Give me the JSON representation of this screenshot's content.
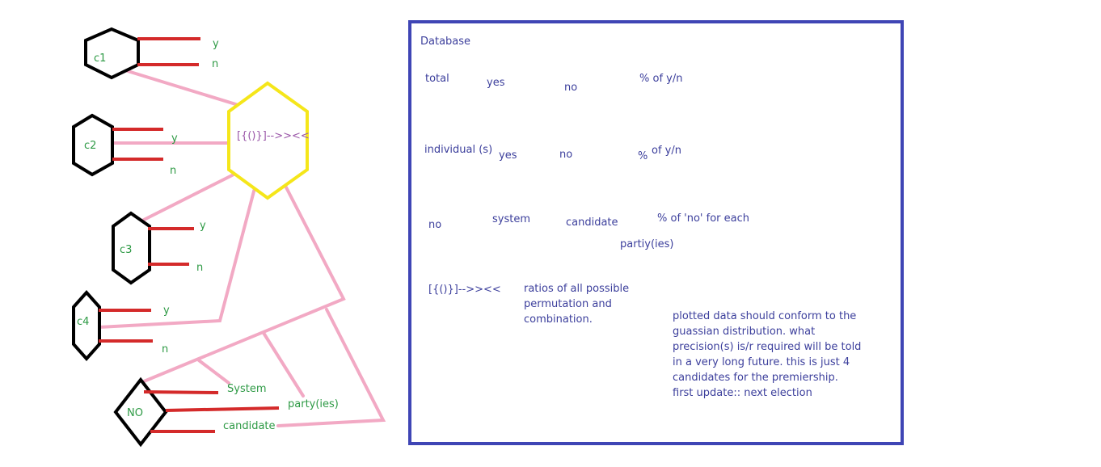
{
  "diagram": {
    "candidates": [
      {
        "id": "c1",
        "yes_label": "y",
        "no_label": "n"
      },
      {
        "id": "c2",
        "yes_label": "y",
        "no_label": "n"
      },
      {
        "id": "c3",
        "yes_label": "y",
        "no_label": "n"
      },
      {
        "id": "c4",
        "yes_label": "y",
        "no_label": "n"
      }
    ],
    "hub_label": "[{()}]-->><<",
    "no_node": {
      "label": "NO",
      "options": [
        "System",
        "party(ies)",
        "candidate"
      ]
    }
  },
  "database": {
    "title": "Database",
    "rows": {
      "total": {
        "label": "total",
        "yes": "yes",
        "no": "no",
        "pct": "% of y/n"
      },
      "individual": {
        "label": "individual (s)",
        "yes": "yes",
        "no": "no",
        "pct_symbol": "%",
        "pct_text": "of y/n"
      },
      "no_row": {
        "label": "no",
        "system": "system",
        "candidate": "candidate",
        "pct_line1": "% of 'no' for each",
        "party": "partiy(ies)"
      },
      "ratios": {
        "label": "[{()}]-->><<",
        "lines": [
          "ratios of all possible",
          "permutation and",
          "combination."
        ]
      }
    },
    "note_lines": [
      "plotted data should conform to the",
      "guassian distribution. what",
      "precision(s) is/r required will be told",
      "in a very long future. this is just 4",
      "candidates for the premiership.",
      "first update:: next election"
    ]
  },
  "colors": {
    "node_outline": "#000000",
    "hub_outline": "#f5e61a",
    "vote_line": "#d42a2a",
    "connector": "#f2a9c4",
    "box_border": "#3f45b5",
    "box_text": "#3c3f9c",
    "label_green": "#2e9a45",
    "label_purple": "#9a56a8"
  }
}
